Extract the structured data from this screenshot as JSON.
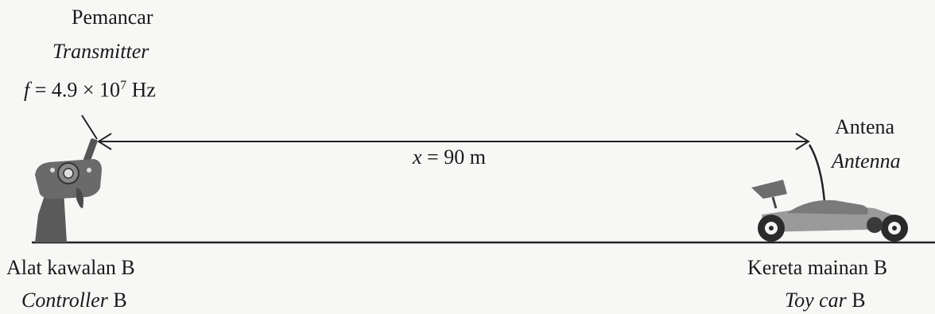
{
  "transmitter": {
    "label_ms": "Pemancar",
    "label_en": "Transmitter",
    "frequency_var": "f",
    "frequency_eq": " = 4.9 × 10",
    "frequency_exp": "7",
    "frequency_unit": " Hz"
  },
  "distance": {
    "var": "x",
    "value": " = 90 m"
  },
  "antenna": {
    "label_ms": "Antena",
    "label_en": "Antenna"
  },
  "controller": {
    "label_ms": "Alat kawalan B",
    "label_en_word": "Controller",
    "label_en_suffix": " B"
  },
  "toy_car": {
    "label_ms": "Kereta mainan B",
    "label_en_word": "Toy car",
    "label_en_suffix": " B"
  }
}
